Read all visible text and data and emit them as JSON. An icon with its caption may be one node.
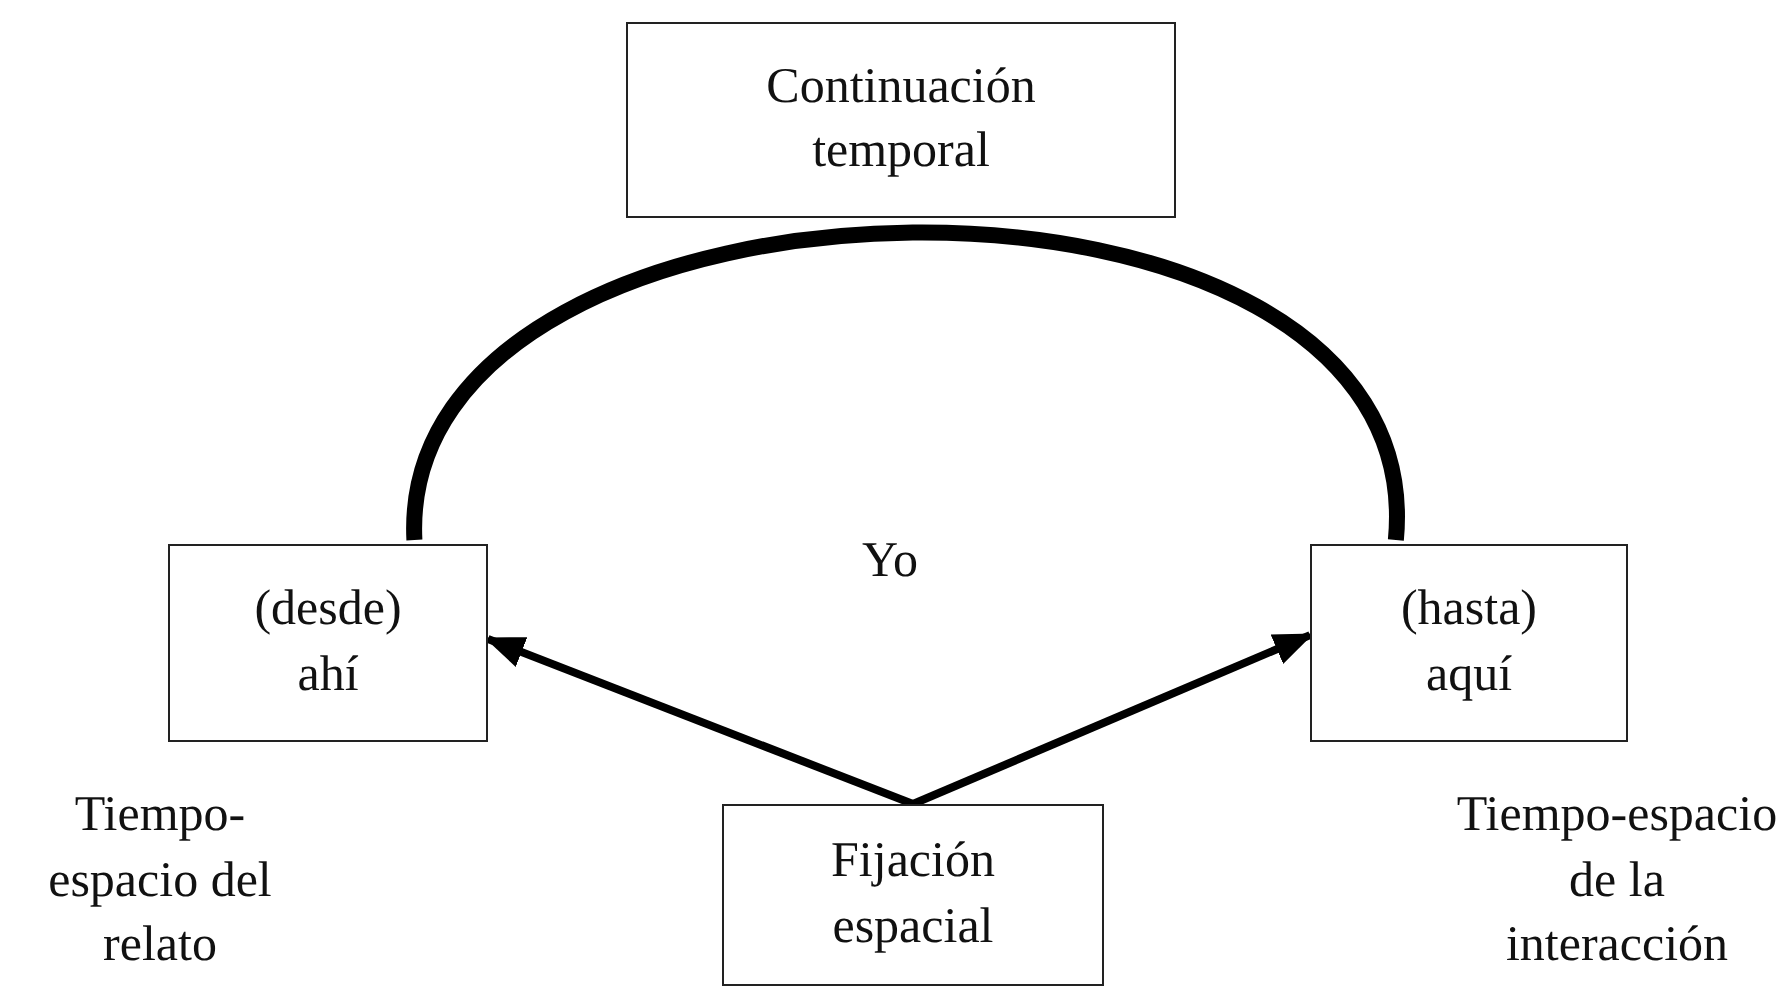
{
  "diagram": {
    "nodes": [
      {
        "text": [
          "Continuación temporal"
        ]
      },
      {
        "text": [
          "(desde) ahí"
        ],
        "beside": [
          "Tiempo-espacio del relato"
        ]
      },
      {
        "text": [
          "(hasta) aquí"
        ],
        "beside": [
          "Tiempo-espacio de la interacción"
        ]
      },
      {
        "text": [
          "Fijación espacial"
        ]
      }
    ],
    "edges": [
      {
        "from": 1,
        "to": 2,
        "arrow": "none",
        "style": "thick"
      },
      {
        "from": 3,
        "to": 1,
        "arrow": "to"
      },
      {
        "from": 3,
        "to": 2,
        "arrow": "to"
      }
    ],
    "labels": [
      "Yo"
    ]
  }
}
